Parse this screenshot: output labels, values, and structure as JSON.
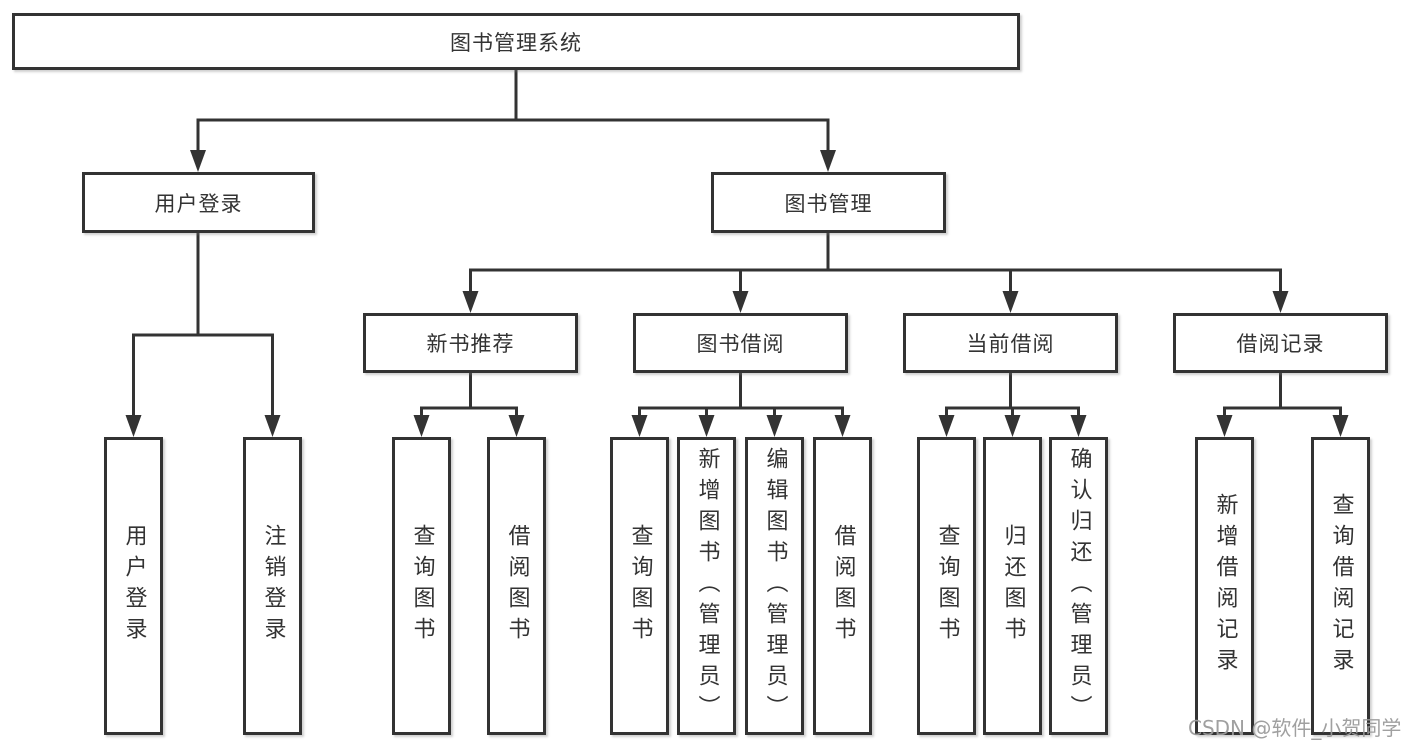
{
  "colors": {
    "line": "#333333",
    "text": "#333333",
    "box_background": "#ffffff",
    "watermark": "#9b9b9b"
  },
  "watermark": {
    "text": "CSDN @软件_小贺同学"
  },
  "tree": {
    "root": {
      "label": "图书管理系统"
    },
    "branches": [
      {
        "label": "用户登录",
        "children": [
          {
            "label": "用户登录"
          },
          {
            "label": "注销登录"
          }
        ]
      },
      {
        "label": "图书管理",
        "children": [
          {
            "label": "新书推荐",
            "children": [
              {
                "label": "查询图书"
              },
              {
                "label": "借阅图书"
              }
            ]
          },
          {
            "label": "图书借阅",
            "children": [
              {
                "label": "查询图书"
              },
              {
                "label": "新增图书（管理员）"
              },
              {
                "label": "编辑图书（管理员）"
              },
              {
                "label": "借阅图书"
              }
            ]
          },
          {
            "label": "当前借阅",
            "children": [
              {
                "label": "查询图书"
              },
              {
                "label": "归还图书"
              },
              {
                "label": "确认归还（管理员）"
              }
            ]
          },
          {
            "label": "借阅记录",
            "children": [
              {
                "label": "新增借阅记录"
              },
              {
                "label": "查询借阅记录"
              }
            ]
          }
        ]
      }
    ]
  }
}
